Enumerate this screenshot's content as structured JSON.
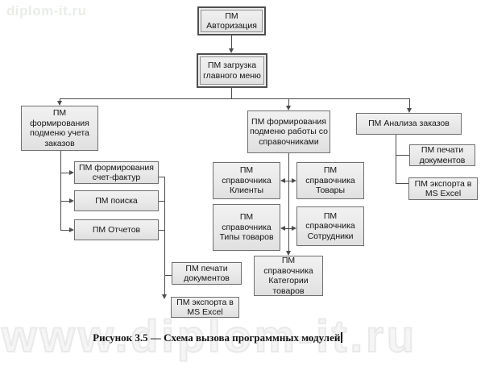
{
  "watermarks": {
    "top_left": "diplom-it.ru",
    "bottom": "www.diplom-it.ru"
  },
  "caption": {
    "text": "Рисунок 3.5  — Схема вызова программных модулей"
  },
  "colors": {
    "node_fill": "#ececec",
    "node_border": "#6f6f6f",
    "frame_border": "#4f4f4f",
    "connector": "#4d4d4d",
    "text": "#141414",
    "watermark": "#e9e9e9"
  },
  "nodes": {
    "auth": {
      "label": "ПМ Авторизация"
    },
    "main_menu": {
      "label": "ПМ загрузка главного меню"
    },
    "orders_submenu": {
      "label": "ПМ формирования подменю учета заказов"
    },
    "invoices": {
      "label": "ПМ формирования счет-фактур"
    },
    "search": {
      "label": "ПМ поиска"
    },
    "reports": {
      "label": "ПМ Отчетов"
    },
    "print_docs_orders": {
      "label": "ПМ печати документов"
    },
    "excel_export_orders": {
      "label": "ПМ экспорта в MS Excel"
    },
    "dictionaries_submenu": {
      "label": "ПМ формирования подменю работы со справочниками"
    },
    "clients_dict": {
      "label": "ПМ справочника Клиенты"
    },
    "goods_dict": {
      "label": "ПМ справочника Товары"
    },
    "goods_types_dict": {
      "label": "ПМ справочника Типы товаров"
    },
    "employees_dict": {
      "label": "ПМ справочника Сотрудники"
    },
    "goods_categories_dict": {
      "label": "ПМ справочника Категории товаров"
    },
    "order_analysis": {
      "label": "ПМ Анализа заказов"
    },
    "print_docs_analysis": {
      "label": "ПМ печати документов"
    },
    "excel_export_analysis": {
      "label": "ПМ экспорта в MS Excel"
    }
  }
}
